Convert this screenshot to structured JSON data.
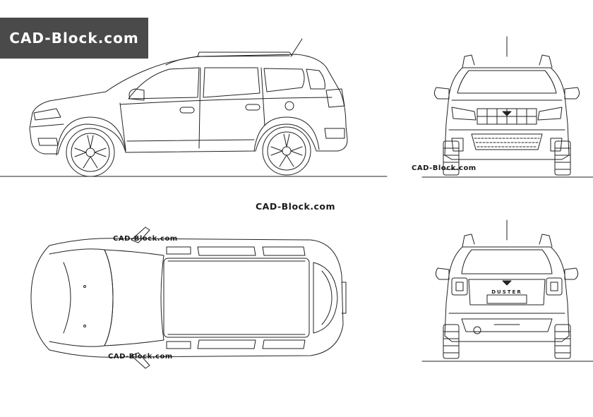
{
  "logo": {
    "text": "CAD-Block.com"
  },
  "watermarks": {
    "center": "CAD-Block.com",
    "front_view": "CAD-Block.com",
    "top_view_1": "CAD-Block.com",
    "top_view_2": "CAD-Block.com"
  },
  "rear_badge": "DUSTER",
  "colors": {
    "line": "#222222",
    "background": "#ffffff",
    "logo_bg": "#4a4a4a",
    "logo_text": "#ffffff"
  }
}
